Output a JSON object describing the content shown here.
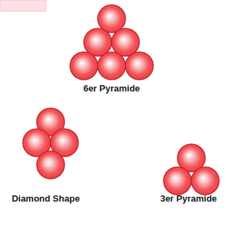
{
  "diagram": {
    "labels": [
      "6er Pyramide",
      "Diamond Shape",
      "3er Pyramide"
    ]
  }
}
